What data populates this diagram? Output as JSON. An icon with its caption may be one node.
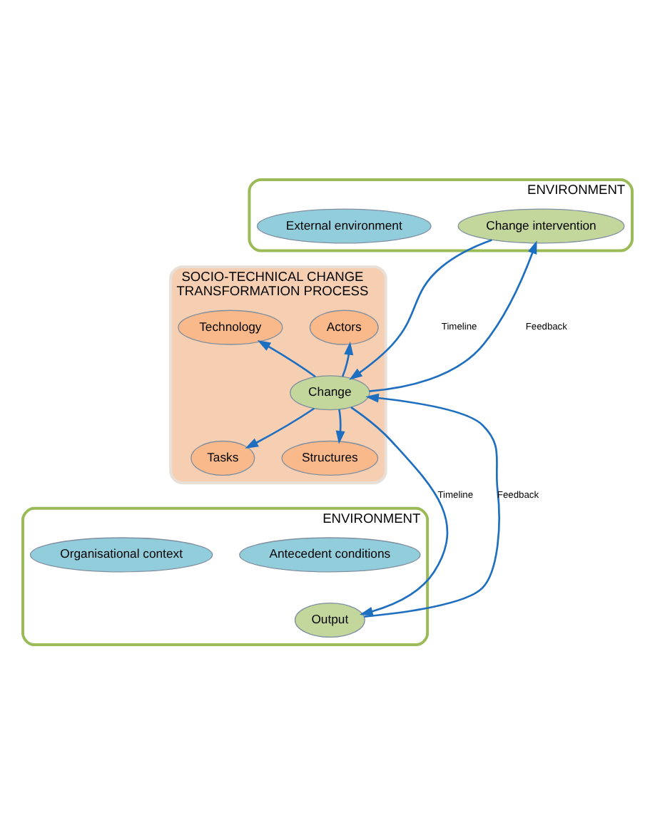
{
  "diagram": {
    "nodes": [
      {
        "text": [
          "ENVIRONMENT"
        ]
      },
      {
        "text": [
          "Change intervention"
        ],
        "in": 0
      },
      {
        "text": [
          "External environment"
        ],
        "in": 0
      },
      {
        "text": [
          "SOCIO-TECHNICAL CHANGE",
          "TRANSFORMATION PROCESS"
        ]
      },
      {
        "text": [
          "Actors"
        ],
        "in": 3
      },
      {
        "text": [
          "Change"
        ],
        "in": 3
      },
      {
        "text": [
          "Technology"
        ],
        "in": 3
      },
      {
        "text": [
          "Tasks"
        ],
        "in": 3
      },
      {
        "text": [
          "Structures"
        ],
        "in": 3
      },
      {
        "text": [
          "ENVIRONMENT"
        ]
      },
      {
        "text": [
          "Organisational context"
        ],
        "in": 9
      },
      {
        "text": [
          "Antecedent conditions"
        ],
        "in": 9
      },
      {
        "text": [
          "Output"
        ],
        "in": 9
      }
    ],
    "edges": [
      {
        "from": 5,
        "to": 1,
        "arrow": "to",
        "label": "Feedback"
      },
      {
        "from": 1,
        "to": 5,
        "arrow": "to",
        "label": "Timeline"
      },
      {
        "from": 5,
        "to": 4,
        "arrow": "to"
      },
      {
        "from": 5,
        "to": 6,
        "arrow": "to"
      },
      {
        "from": 5,
        "to": 7,
        "arrow": "to"
      },
      {
        "from": 5,
        "to": 8,
        "arrow": "to"
      },
      {
        "from": 12,
        "to": 5,
        "arrow": "to",
        "label": "Feedback"
      },
      {
        "from": 5,
        "to": 12,
        "arrow": "to",
        "label": "Timeline"
      }
    ]
  }
}
